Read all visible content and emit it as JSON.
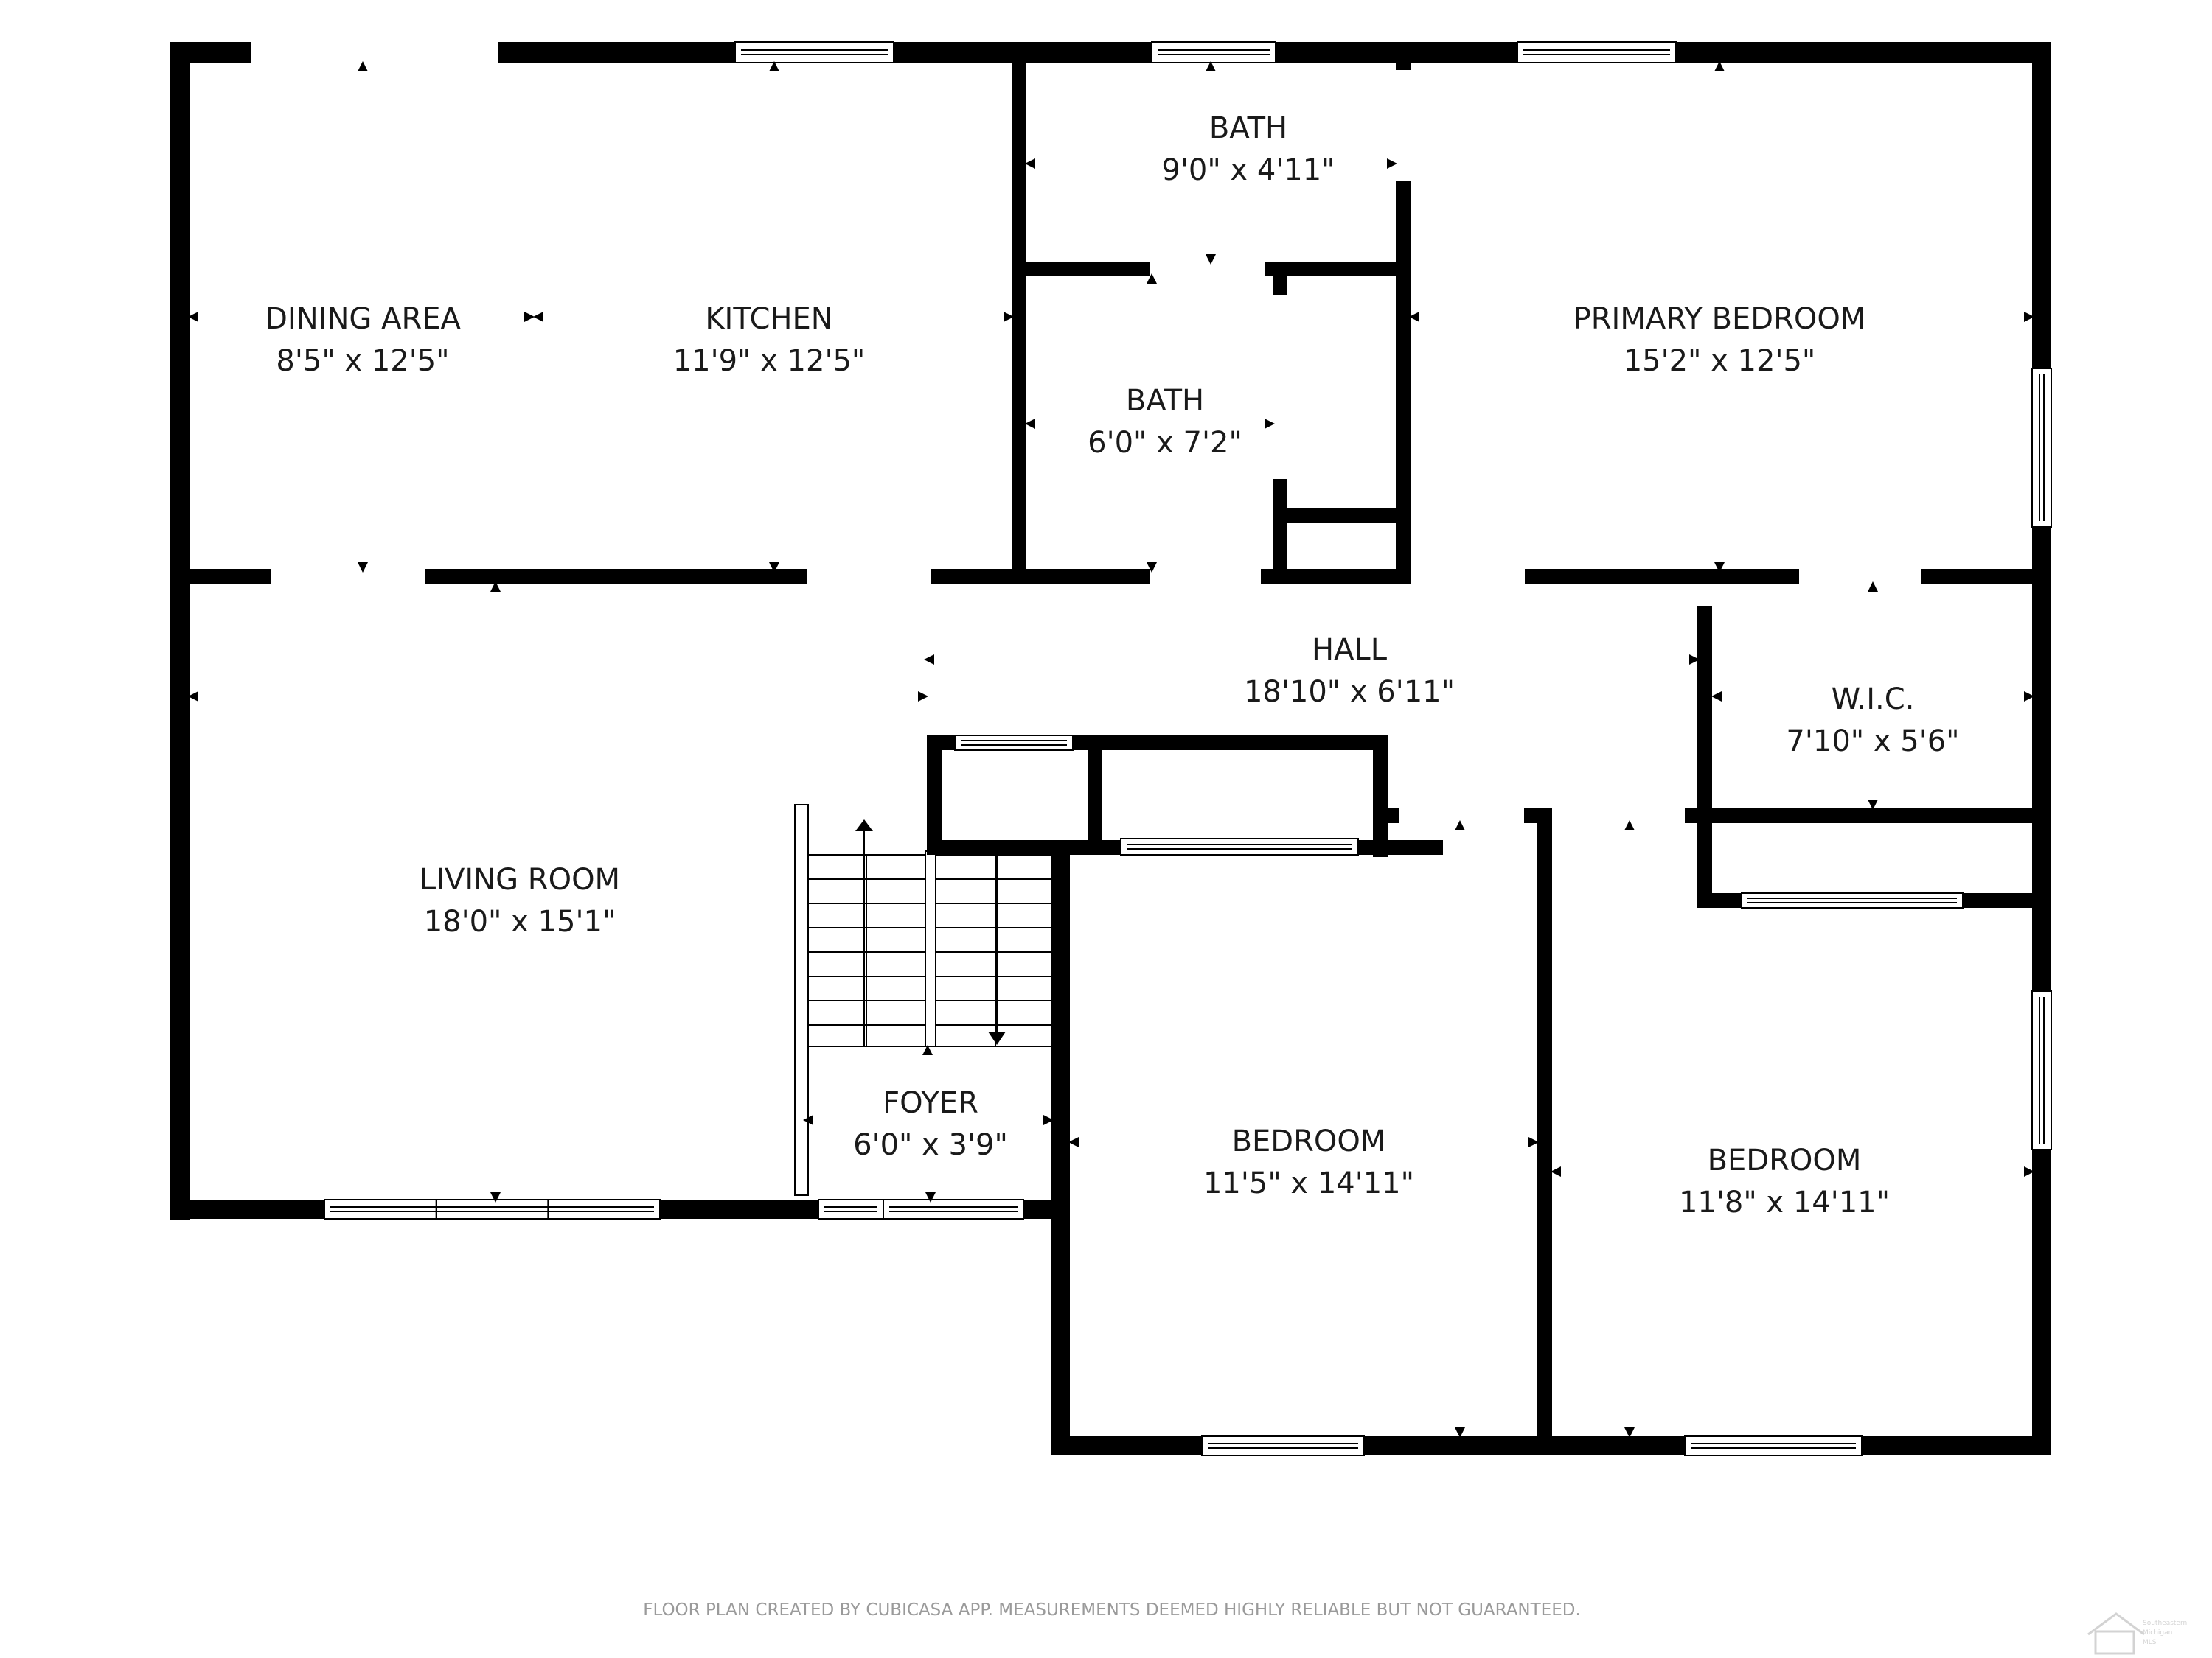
{
  "rooms": {
    "dining_area": {
      "name": "DINING AREA",
      "dim": "8'5\" x 12'5\""
    },
    "kitchen": {
      "name": "KITCHEN",
      "dim": "11'9\" x 12'5\""
    },
    "bath_upper": {
      "name": "BATH",
      "dim": "9'0\" x 4'11\""
    },
    "bath_lower": {
      "name": "BATH",
      "dim": "6'0\" x 7'2\""
    },
    "primary_bedroom": {
      "name": "PRIMARY BEDROOM",
      "dim": "15'2\" x 12'5\""
    },
    "hall": {
      "name": "HALL",
      "dim": "18'10\" x 6'11\""
    },
    "wic": {
      "name": "W.I.C.",
      "dim": "7'10\" x 5'6\""
    },
    "living_room": {
      "name": "LIVING ROOM",
      "dim": "18'0\" x 15'1\""
    },
    "foyer": {
      "name": "FOYER",
      "dim": "6'0\" x 3'9\""
    },
    "bedroom_left": {
      "name": "BEDROOM",
      "dim": "11'5\" x 14'11\""
    },
    "bedroom_right": {
      "name": "BEDROOM",
      "dim": "11'8\" x 14'11\""
    }
  },
  "footer": {
    "disclaimer": "FLOOR PLAN CREATED BY CUBICASA APP. MEASUREMENTS DEEMED HIGHLY RELIABLE BUT NOT GUARANTEED."
  },
  "watermark": {
    "lines": [
      "Southeastern",
      "Michigan",
      "MLS"
    ]
  },
  "colors": {
    "wall": "#000000",
    "background": "#ffffff",
    "text": "#1a1a1a",
    "footer_text": "#9a9a9a"
  }
}
